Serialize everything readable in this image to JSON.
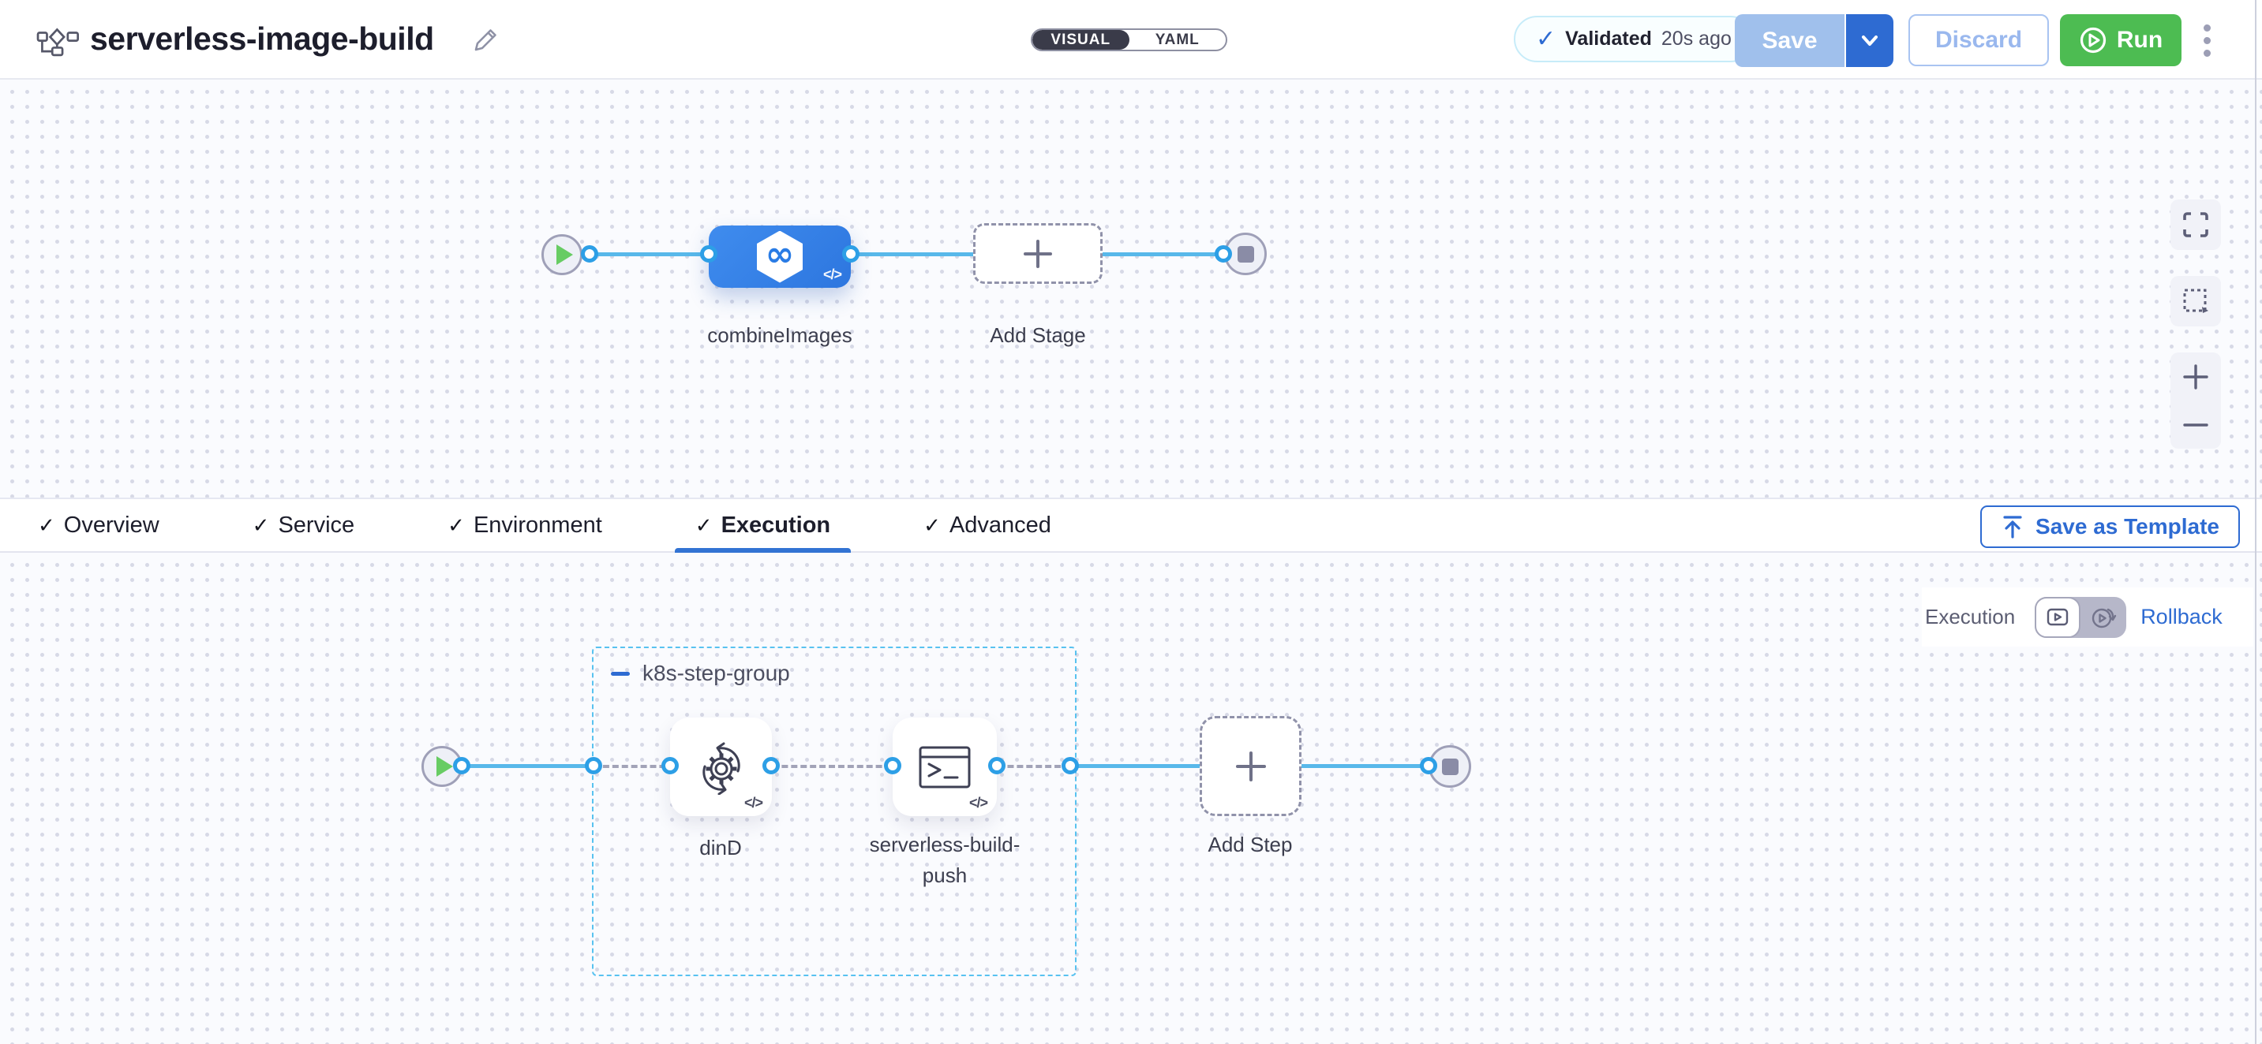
{
  "header": {
    "title": "serverless-image-build",
    "mode_toggle": {
      "options": [
        "VISUAL",
        "YAML"
      ],
      "selected": "VISUAL"
    },
    "validation_badge": {
      "check_glyph": "✓",
      "label": "Validated",
      "time": "20s ago"
    },
    "buttons": {
      "save": "Save",
      "discard": "Discard",
      "run": "Run"
    }
  },
  "tabs": {
    "check_glyph": "✓",
    "items": [
      {
        "label": "Overview",
        "checked": true
      },
      {
        "label": "Service",
        "checked": true
      },
      {
        "label": "Environment",
        "checked": true
      },
      {
        "label": "Execution",
        "checked": true,
        "selected": true
      },
      {
        "label": "Advanced",
        "checked": true
      }
    ],
    "save_as_template": "Save as Template"
  },
  "stage_canvas": {
    "stage": {
      "label": "combineImages",
      "icon_glyph": "∞",
      "code_glyph": "</>"
    },
    "add_stage": {
      "label": "Add Stage"
    }
  },
  "execution_canvas": {
    "view_switch": {
      "label": "Execution",
      "rollback_label": "Rollback"
    },
    "group": {
      "label": "k8s-step-group"
    },
    "steps": [
      {
        "label": "dinD",
        "code_glyph": "</>"
      },
      {
        "label": "serverless-build-push",
        "code_glyph": "</>"
      }
    ],
    "add_step": {
      "label": "Add Step"
    }
  },
  "colors": {
    "primary_blue": "#2e6bd2",
    "connector_blue": "#58b8ea",
    "port_blue": "#2d9fe6",
    "stage_blue": "#3182e8",
    "run_green": "#4dbc52",
    "play_green": "#67cc63",
    "group_border_blue": "#58c2f0",
    "canvas_bg": "#fafbfe",
    "dot_color": "#d7d9e6",
    "text_dark": "#1d1e2c",
    "text_gray": "#5b5d72"
  }
}
